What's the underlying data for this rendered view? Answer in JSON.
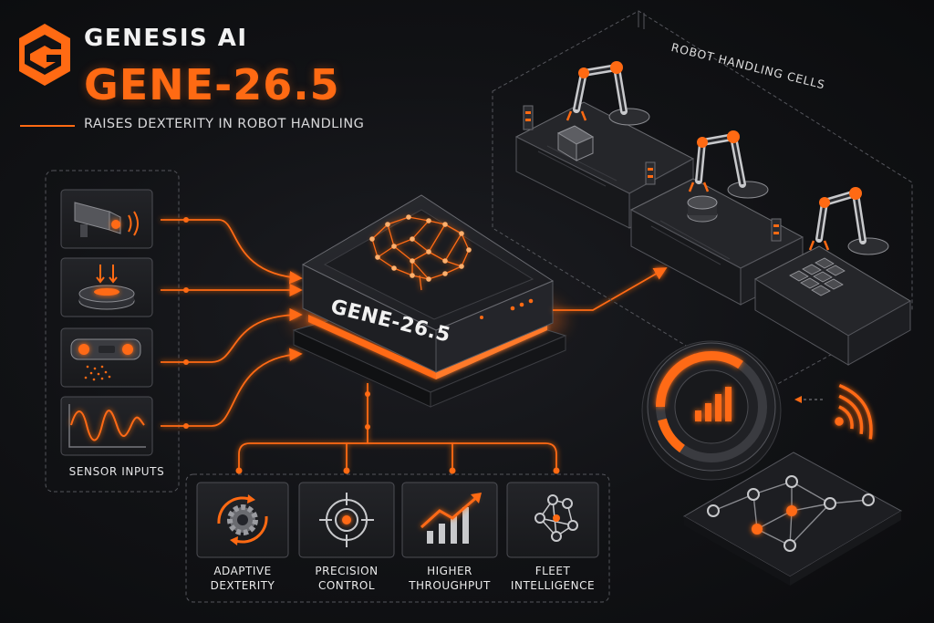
{
  "header": {
    "brand": "GENESIS AI",
    "product": "GENE-26.5",
    "tagline": "RAISES DEXTERITY IN ROBOT HANDLING"
  },
  "sensors": {
    "caption": "SENSOR INPUTS",
    "items": [
      {
        "icon": "camera-icon"
      },
      {
        "icon": "force-sensor-icon"
      },
      {
        "icon": "depth-camera-icon"
      },
      {
        "icon": "waveform-icon"
      }
    ]
  },
  "core": {
    "label": "GENE-26.5",
    "icon": "neural-brain-icon"
  },
  "cells": {
    "title": "ROBOT HANDLING CELLS"
  },
  "benefits": [
    {
      "line1": "ADAPTIVE",
      "line2": "DEXTERITY",
      "icon": "gear-cycle-icon"
    },
    {
      "line1": "PRECISION",
      "line2": "CONTROL",
      "icon": "target-icon"
    },
    {
      "line1": "HIGHER",
      "line2": "THROUGHPUT",
      "icon": "growth-chart-icon"
    },
    {
      "line1": "FLEET",
      "line2": "INTELLIGENCE",
      "icon": "network-icon"
    }
  ],
  "colors": {
    "accent": "#ff6a13",
    "background": "#111215",
    "panel": "#1d1e22",
    "stroke": "#5b5c62"
  }
}
